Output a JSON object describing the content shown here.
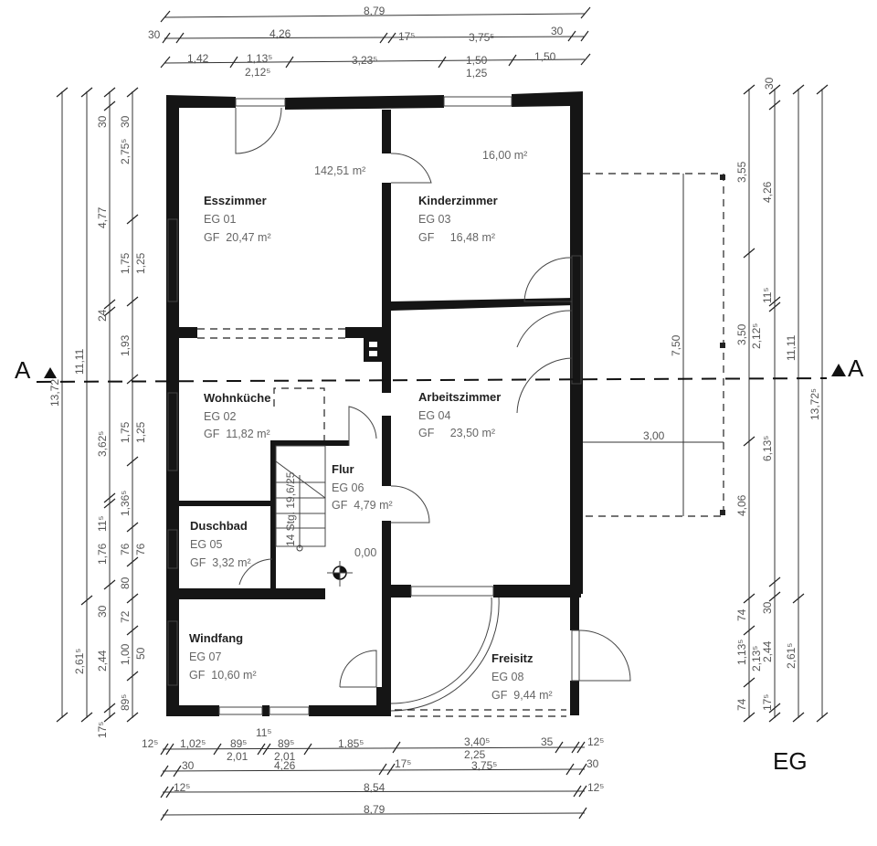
{
  "plan": {
    "level_label": "EG",
    "section_label": "A",
    "total_area": "142,51 m²",
    "level_height": "0,00",
    "stair_note": "14 Stg. 19,6/25",
    "terrace_area": "16,00 m²",
    "extension_depth": "7,50",
    "extension_width": "3,00"
  },
  "rooms": [
    {
      "name": "Esszimmer",
      "code": "EG 01",
      "area": "GF  20,47 m²"
    },
    {
      "name": "Wohnküche",
      "code": "EG 02",
      "area": "GF  11,82 m²"
    },
    {
      "name": "Kinderzimmer",
      "code": "EG 03",
      "area": "GF     16,48 m²"
    },
    {
      "name": "Arbeitszimmer",
      "code": "EG 04",
      "area": "GF     23,50 m²"
    },
    {
      "name": "Duschbad",
      "code": "EG 05",
      "area": "GF  3,32 m²"
    },
    {
      "name": "Flur",
      "code": "EG 06",
      "area": "GF  4,79 m²"
    },
    {
      "name": "Windfang",
      "code": "EG 07",
      "area": "GF  10,60 m²"
    },
    {
      "name": "Freisitz",
      "code": "EG 08",
      "area": "GF  9,44 m²"
    }
  ],
  "dims_top": [
    "8,79",
    "30",
    "4,26",
    "17⁵",
    "3,75⁵",
    "30",
    "1,42",
    "1,13⁵",
    "2,12⁵",
    "3,23⁵",
    "1,50",
    "1,25",
    "1,50"
  ],
  "dims_bottom": [
    "12⁵",
    "1,02⁵",
    "89⁵",
    "2,01",
    "11⁵",
    "89⁵",
    "2,01",
    "1,85⁵",
    "3,40⁵",
    "2,25",
    "35",
    "12⁵",
    "30",
    "4,26",
    "17⁵",
    "3,75⁵",
    "30",
    "12⁵",
    "8,54",
    "12⁵",
    "8,79"
  ],
  "dims_left": [
    "13,72⁵",
    "11,11",
    "2,61⁵",
    "30",
    "4,77",
    "24",
    "3,62⁵",
    "11⁵",
    "1,76",
    "30",
    "2,44",
    "17⁵",
    "30",
    "2,75⁵",
    "1,75",
    "1,25",
    "1,93",
    "1,75",
    "1,25",
    "1,36⁵",
    "76",
    "76",
    "80",
    "72",
    "1,00",
    "50",
    "89⁵"
  ],
  "dims_right": [
    "3,55",
    "3,50",
    "4,06",
    "74",
    "1,13⁵",
    "74",
    "30",
    "4,26",
    "11⁵",
    "2,12⁵",
    "6,13⁵",
    "30",
    "2,13⁵",
    "2,44",
    "17⁵",
    "11,11",
    "2,61⁵",
    "13,72⁵"
  ]
}
